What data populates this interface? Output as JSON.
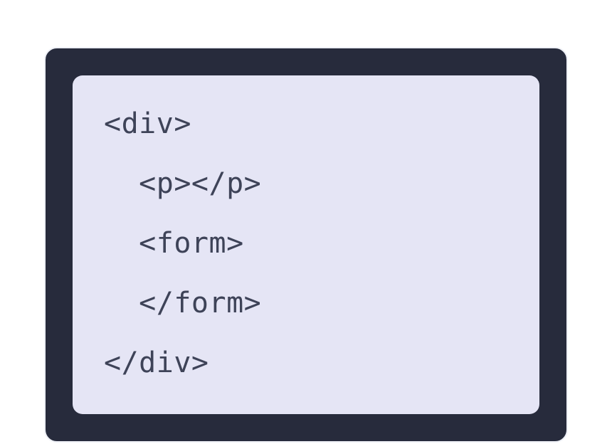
{
  "card": {
    "background_color": "#272b3c",
    "panel_background_color": "#e5e5f5",
    "border_color": "#eef0f6",
    "text_color": "#3e4358"
  },
  "code": {
    "language": "html",
    "lines": [
      "<div>",
      "  <p></p>",
      "  <form>",
      "  </form>",
      "</div>"
    ]
  }
}
